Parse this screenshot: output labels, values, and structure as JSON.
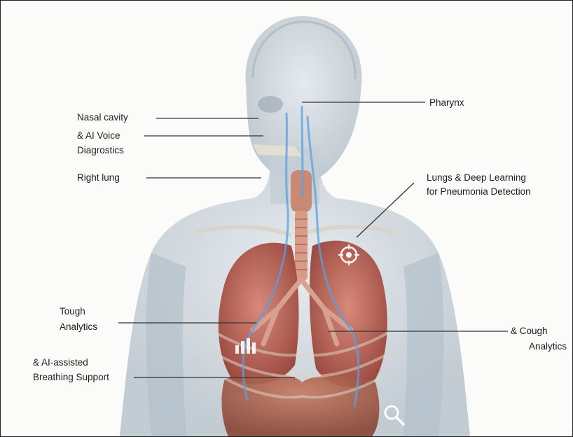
{
  "labels": {
    "nasal_cavity": "Nasal cavity",
    "ai_voice_line1": "& AI Voice",
    "ai_voice_line2": "Diagrostics",
    "right_lung": "Right lung",
    "pharynx": "Pharynx",
    "lungs_deep_line1": "Lungs & Deep Learning",
    "lungs_deep_line2": "for Pneumonia Detection",
    "tough_line1": "Tough",
    "tough_line2": "Analytics",
    "breathing_line1": "& AI-assisted",
    "breathing_line2": "Breathing Support",
    "cough_line1": "& Cough",
    "cough_line2": "Analytics"
  },
  "icons": [
    "bar-chart-icon",
    "crosshair-icon",
    "search-icon"
  ],
  "colors": {
    "body": "#c9d3db",
    "lungs": "#b96457",
    "airway": "#d99a86",
    "vessels": "#5b9fe0",
    "leader_line": "#333333"
  }
}
